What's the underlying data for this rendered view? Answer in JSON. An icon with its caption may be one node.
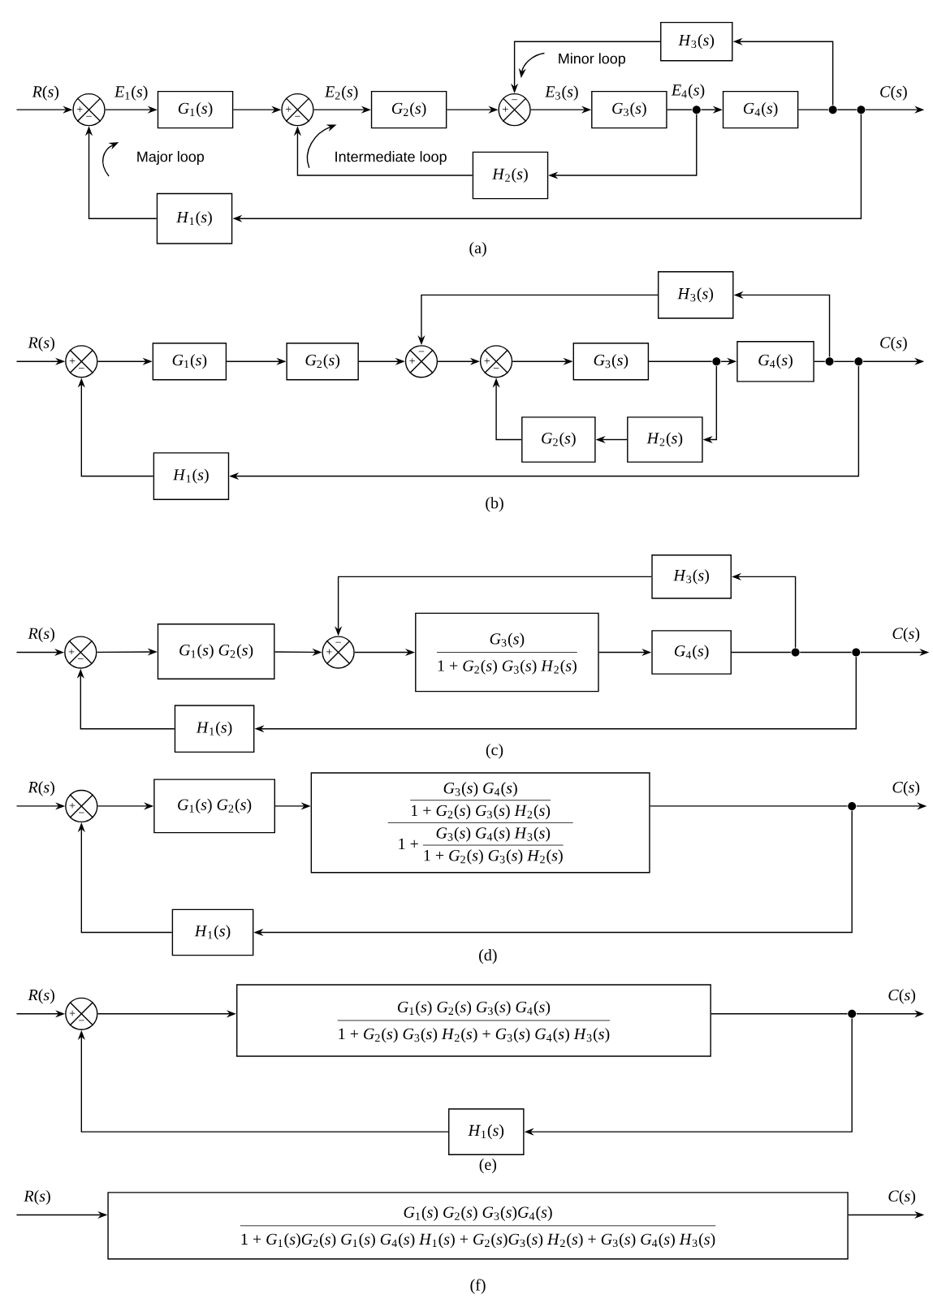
{
  "diagram": {
    "nodes": [
      {
        "text": [
          "+",
          "−"
        ]
      },
      {
        "text": [
          "*G*$_{1}$(*s*)"
        ]
      },
      {
        "text": [
          "+",
          "−"
        ]
      },
      {
        "text": [
          "*G*$_{2}$(*s*)"
        ]
      },
      {
        "text": [
          "+",
          "−"
        ]
      },
      {
        "text": [
          "*G*$_{3}$(*s*)"
        ]
      },
      {
        "text": [],
        "shape": "dot"
      },
      {
        "text": [
          "*G*$_{4}$(*s*)"
        ]
      },
      {
        "text": [],
        "shape": "dot"
      },
      {
        "text": [],
        "shape": "dot"
      },
      {
        "text": [
          "*H*$_{3}$(*s*)"
        ]
      },
      {
        "text": [
          "*H*$_{2}$(*s*)"
        ]
      },
      {
        "text": [
          "*H*$_{1}$(*s*)"
        ]
      },
      {
        "text": [
          "+",
          "−"
        ]
      },
      {
        "text": [
          "*G*$_{1}$(*s*)"
        ]
      },
      {
        "text": [
          "*G*$_{2}$(*s*)"
        ]
      },
      {
        "text": [
          "+",
          "−"
        ]
      },
      {
        "text": [
          "+",
          "−"
        ]
      },
      {
        "text": [
          "*G*$_{3}$(*s*)"
        ]
      },
      {
        "text": [],
        "shape": "dot"
      },
      {
        "text": [
          "*G*$_{4}$(*s*)"
        ]
      },
      {
        "text": [],
        "shape": "dot"
      },
      {
        "text": [],
        "shape": "dot"
      },
      {
        "text": [
          "*H*$_{3}$(*s*)"
        ]
      },
      {
        "text": [
          "*G*$_{2}$(*s*)"
        ]
      },
      {
        "text": [
          "*H*$_{2}$(*s*)"
        ]
      },
      {
        "text": [
          "*H*$_{1}$(*s*)"
        ]
      },
      {
        "text": [
          "+",
          "−"
        ]
      },
      {
        "text": [
          "*G*$_{1}$(*s*) *G*$_{2}$(*s*)"
        ]
      },
      {
        "text": [
          "+",
          "−"
        ]
      },
      {
        "text": [
          "*G*$_{3}$(*s*)",
          "1 + *G*$_{2}$(*s*) *G*$_{3}$(*s*) *H*$_{2}$(*s*)"
        ]
      },
      {
        "text": [
          "*G*$_{4}$(*s*)"
        ]
      },
      {
        "text": [],
        "shape": "dot"
      },
      {
        "text": [],
        "shape": "dot"
      },
      {
        "text": [
          "*H*$_{3}$(*s*)"
        ]
      },
      {
        "text": [
          "*H*$_{1}$(*s*)"
        ]
      },
      {
        "text": [
          "+",
          "−"
        ]
      },
      {
        "text": [
          "*G*$_{1}$(*s*) *G*$_{2}$(*s*)"
        ]
      },
      {
        "text": [
          "*G*$_{3}$(*s*) *G*$_{4}$(*s*)",
          "1 + *G*$_{2}$(*s*) *G*$_{3}$(*s*) *H*$_{2}$(*s*)",
          "1 +",
          "*G*$_{3}$(*s*) *G*$_{4}$(*s*) *H*$_{3}$(*s*)",
          "1 + *G*$_{2}$(*s*) *G*$_{3}$(*s*) *H*$_{2}$(*s*)"
        ]
      },
      {
        "text": [],
        "shape": "dot"
      },
      {
        "text": [
          "*H*$_{1}$(*s*)"
        ]
      },
      {
        "text": [
          "+",
          "−"
        ]
      },
      {
        "text": [
          "*G*$_{1}$(*s*) *G*$_{2}$(*s*) *G*$_{3}$(*s*) *G*$_{4}$(*s*)",
          "1 + *G*$_{2}$(*s*) *G*$_{3}$(*s*) *H*$_{2}$(*s*) + *G*$_{3}$(*s*) *G*$_{4}$(*s*) *H*$_{3}$(*s*)"
        ]
      },
      {
        "text": [],
        "shape": "dot"
      },
      {
        "text": [
          "*H*$_{1}$(*s*)"
        ]
      },
      {
        "text": [
          "*G*$_{1}$(*s*) *G*$_{2}$(*s*) *G*$_{3}$(*s*)*G*$_{4}$(*s*)",
          "1 + *G*$_{1}$(*s*)*G*$_{2}$(*s*) *G*$_{1}$(*s*) *G*$_{4}$(*s*) *H*$_{1}$(*s*) + *G*$_{2}$(*s*)*G*$_{3}$(*s*) *H*$_{2}$(*s*) + *G*$_{3}$(*s*) *G*$_{4}$(*s*) *H*$_{3}$(*s*)"
        ]
      }
    ],
    "edges": [
      {
        "from": null,
        "to": 0,
        "arrow": "to",
        "label": "*R*(*s*)"
      },
      {
        "from": 0,
        "to": 1,
        "arrow": "to",
        "label": "*E*$_{1}$(*s*)"
      },
      {
        "from": 1,
        "to": 2,
        "arrow": "to"
      },
      {
        "from": 2,
        "to": 3,
        "arrow": "to",
        "label": "*E*$_{2}$(*s*)"
      },
      {
        "from": 3,
        "to": 4,
        "arrow": "to"
      },
      {
        "from": 4,
        "to": 5,
        "arrow": "to",
        "label": "*E*$_{3}$(*s*)"
      },
      {
        "from": 5,
        "to": 6,
        "arrow": "none",
        "label": "*E*$_{4}$(*s*)"
      },
      {
        "from": 6,
        "to": 7,
        "arrow": "to"
      },
      {
        "from": 7,
        "to": 8,
        "arrow": "none"
      },
      {
        "from": 8,
        "to": 9,
        "arrow": "none"
      },
      {
        "from": 9,
        "to": null,
        "arrow": "to",
        "label": "*C*(*s*)"
      },
      {
        "from": 8,
        "to": 10,
        "arrow": "to"
      },
      {
        "from": 10,
        "to": 4,
        "arrow": "to"
      },
      {
        "from": 6,
        "to": 11,
        "arrow": "to"
      },
      {
        "from": 11,
        "to": 2,
        "arrow": "to"
      },
      {
        "from": 9,
        "to": 12,
        "arrow": "to"
      },
      {
        "from": 12,
        "to": 0,
        "arrow": "to"
      },
      {
        "from": null,
        "to": 13,
        "arrow": "to",
        "label": "*R*(*s*)"
      },
      {
        "from": 13,
        "to": 14,
        "arrow": "to"
      },
      {
        "from": 14,
        "to": 15,
        "arrow": "to"
      },
      {
        "from": 15,
        "to": 16,
        "arrow": "to"
      },
      {
        "from": 16,
        "to": 17,
        "arrow": "to"
      },
      {
        "from": 17,
        "to": 18,
        "arrow": "to"
      },
      {
        "from": 18,
        "to": 19,
        "arrow": "none"
      },
      {
        "from": 19,
        "to": 20,
        "arrow": "to"
      },
      {
        "from": 20,
        "to": 21,
        "arrow": "none"
      },
      {
        "from": 21,
        "to": 22,
        "arrow": "none"
      },
      {
        "from": 22,
        "to": null,
        "arrow": "to",
        "label": "*C*(*s*)"
      },
      {
        "from": 21,
        "to": 23,
        "arrow": "to"
      },
      {
        "from": 23,
        "to": 16,
        "arrow": "to"
      },
      {
        "from": 19,
        "to": 25,
        "arrow": "to"
      },
      {
        "from": 25,
        "to": 24,
        "arrow": "to"
      },
      {
        "from": 24,
        "to": 17,
        "arrow": "to"
      },
      {
        "from": 22,
        "to": 26,
        "arrow": "to"
      },
      {
        "from": 26,
        "to": 13,
        "arrow": "to"
      },
      {
        "from": null,
        "to": 27,
        "arrow": "to",
        "label": "*R*(*s*)"
      },
      {
        "from": 27,
        "to": 28,
        "arrow": "to"
      },
      {
        "from": 28,
        "to": 29,
        "arrow": "to"
      },
      {
        "from": 29,
        "to": 30,
        "arrow": "to"
      },
      {
        "from": 30,
        "to": 31,
        "arrow": "to"
      },
      {
        "from": 31,
        "to": 32,
        "arrow": "none"
      },
      {
        "from": 32,
        "to": 33,
        "arrow": "none"
      },
      {
        "from": 33,
        "to": null,
        "arrow": "to",
        "label": "*C*(*s*)"
      },
      {
        "from": 32,
        "to": 34,
        "arrow": "to"
      },
      {
        "from": 34,
        "to": 29,
        "arrow": "to"
      },
      {
        "from": 33,
        "to": 35,
        "arrow": "to"
      },
      {
        "from": 35,
        "to": 27,
        "arrow": "to"
      },
      {
        "from": null,
        "to": 36,
        "arrow": "to",
        "label": "*R*(*s*)"
      },
      {
        "from": 36,
        "to": 37,
        "arrow": "to"
      },
      {
        "from": 37,
        "to": 38,
        "arrow": "to"
      },
      {
        "from": 38,
        "to": 39,
        "arrow": "none"
      },
      {
        "from": 39,
        "to": null,
        "arrow": "to",
        "label": "*C*(*s*)"
      },
      {
        "from": 39,
        "to": 40,
        "arrow": "to"
      },
      {
        "from": 40,
        "to": 36,
        "arrow": "to"
      },
      {
        "from": null,
        "to": 41,
        "arrow": "to",
        "label": "*R*(*s*)"
      },
      {
        "from": 41,
        "to": 42,
        "arrow": "to"
      },
      {
        "from": 42,
        "to": 43,
        "arrow": "none"
      },
      {
        "from": 43,
        "to": null,
        "arrow": "to",
        "label": "*C*(*s*)"
      },
      {
        "from": 43,
        "to": 44,
        "arrow": "to"
      },
      {
        "from": 44,
        "to": 41,
        "arrow": "to"
      },
      {
        "from": null,
        "to": 45,
        "arrow": "to",
        "label": "*R*(*s*)"
      },
      {
        "from": 45,
        "to": null,
        "arrow": "to",
        "label": "*C*(*s*)"
      }
    ],
    "labels": [
      "Major loop",
      "Intermediate loop",
      "Minor loop",
      "(a)",
      "(b)",
      "(c)",
      "(d)",
      "(e)",
      "(f)"
    ]
  }
}
